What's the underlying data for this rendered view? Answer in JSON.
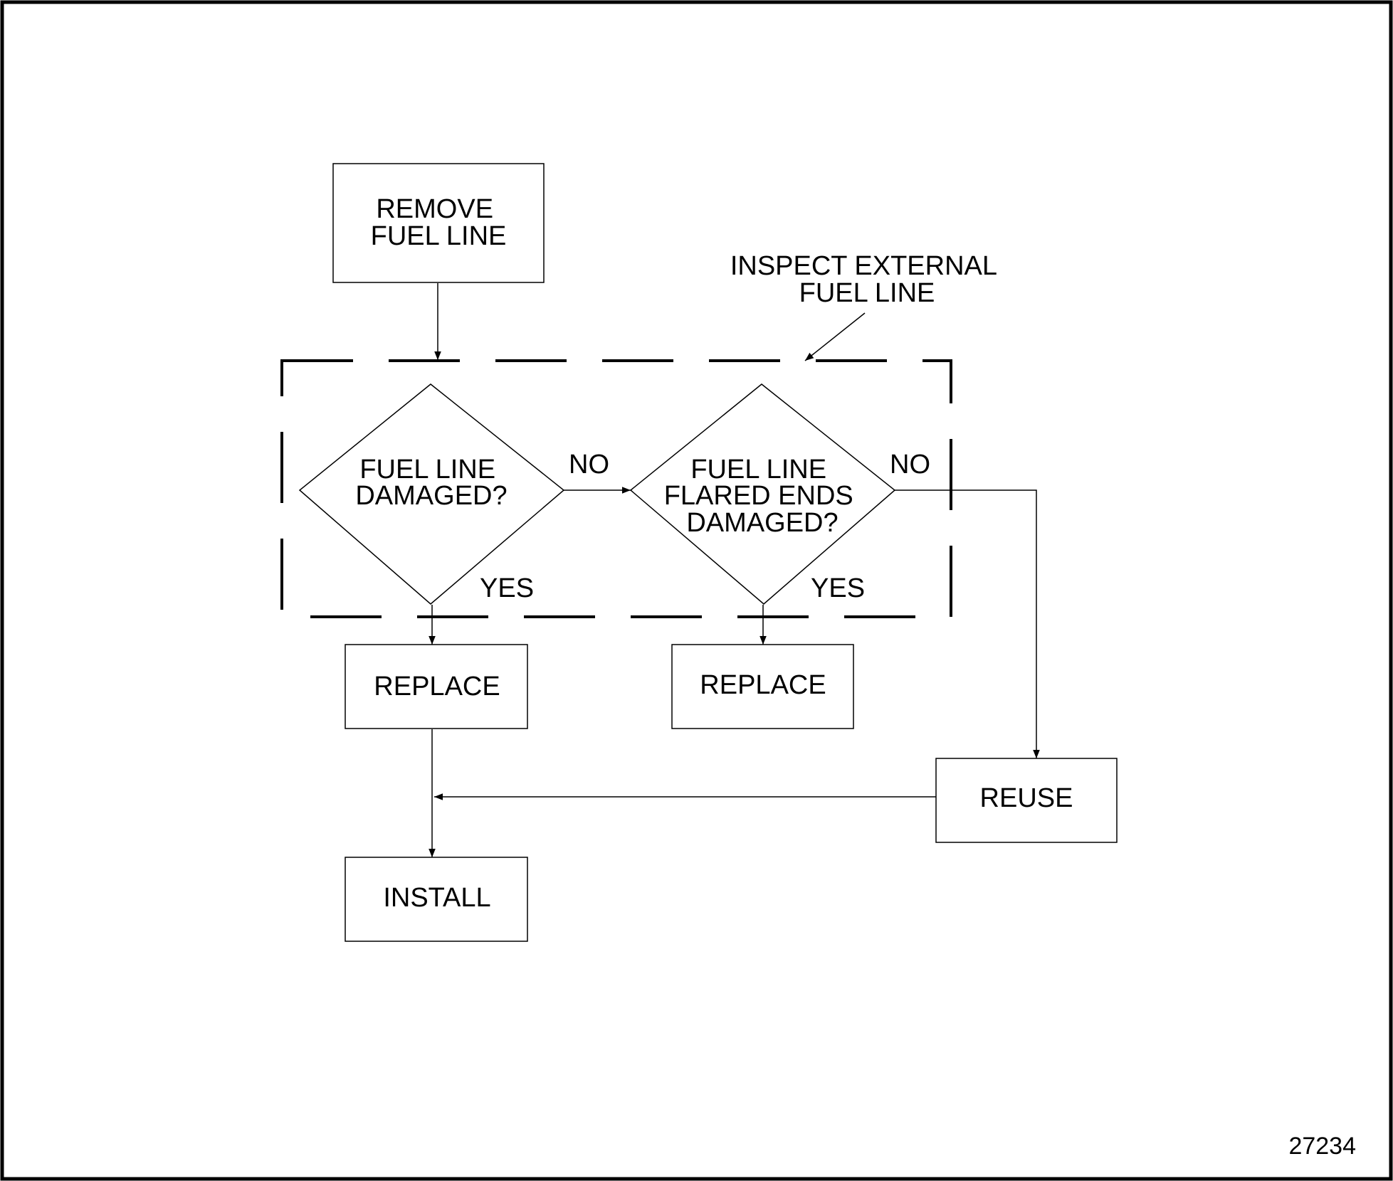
{
  "diagram": {
    "nodes": {
      "remove": {
        "lines": [
          "REMOVE",
          "FUEL LINE"
        ]
      },
      "decision1": {
        "lines": [
          "FUEL LINE",
          "DAMAGED?"
        ]
      },
      "decision2": {
        "lines": [
          "FUEL LINE",
          "FLARED ENDS",
          "DAMAGED?"
        ]
      },
      "replace1": {
        "lines": [
          "REPLACE"
        ]
      },
      "replace2": {
        "lines": [
          "REPLACE"
        ]
      },
      "reuse": {
        "lines": [
          "REUSE"
        ]
      },
      "install": {
        "lines": [
          "INSTALL"
        ]
      }
    },
    "group_label": {
      "lines": [
        "INSPECT EXTERNAL",
        "FUEL LINE"
      ]
    },
    "edge_labels": {
      "d1_no": "NO",
      "d1_yes": "YES",
      "d2_no": "NO",
      "d2_yes": "YES"
    },
    "figure_number": "27234",
    "colors": {
      "line": "#000000",
      "background": "#ffffff"
    }
  }
}
